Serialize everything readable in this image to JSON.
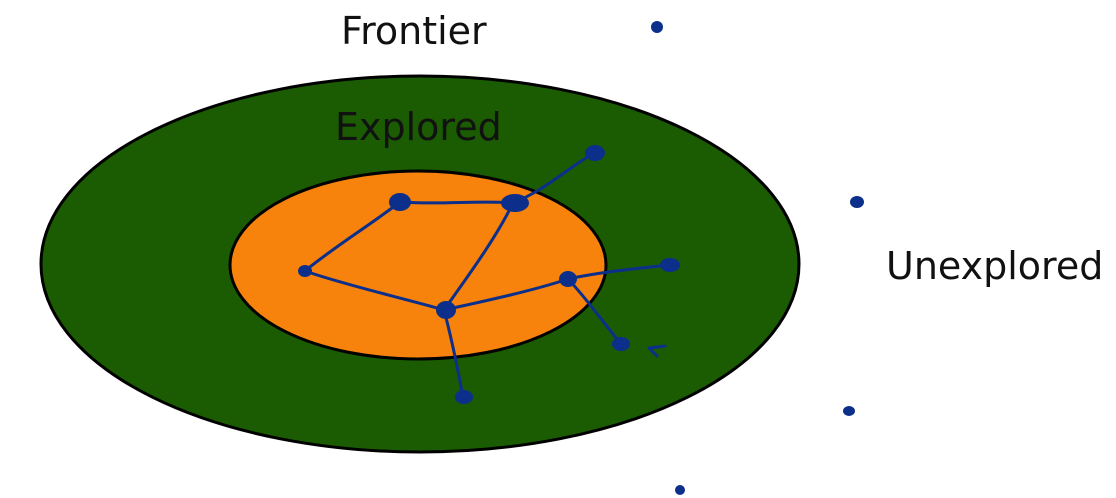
{
  "labels": {
    "frontier": "Frontier",
    "explored": "Explored",
    "unexplored": "Unexplored"
  },
  "colors": {
    "outer_ring": "#1b5c02",
    "inner_region": "#f7820c",
    "outline": "#000000",
    "ink": "#0b2f8a",
    "text": "#111111"
  }
}
